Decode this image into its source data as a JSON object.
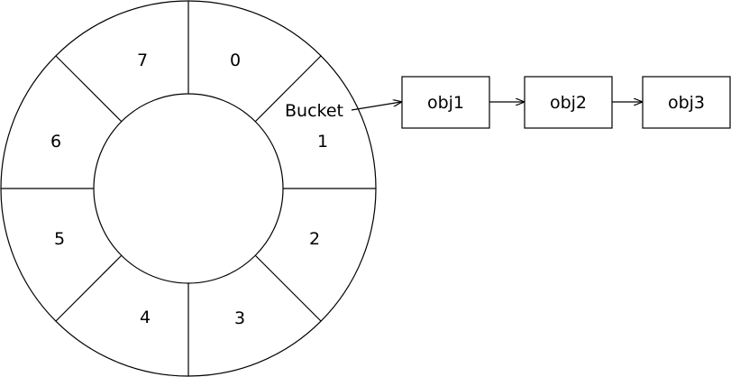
{
  "ring": {
    "segments": [
      "0",
      "1",
      "2",
      "3",
      "4",
      "5",
      "6",
      "7"
    ],
    "bucket_label": "Bucket"
  },
  "chain": {
    "objects": [
      "obj1",
      "obj2",
      "obj3"
    ]
  }
}
